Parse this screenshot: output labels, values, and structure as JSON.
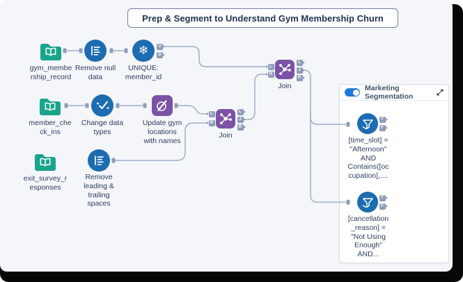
{
  "title_box": {
    "text": "Prep & Segment to Understand Gym Membership Churn"
  },
  "colors": {
    "canvas_bg": "#f4f6fa",
    "input_green": "#1aa48c",
    "tool_blue": "#1d6cb1",
    "tool_purple": "#7c52a5",
    "connector_gray": "#9faec4",
    "toggle_blue": "#1e7ad9"
  },
  "nodes": [
    {
      "id": "input-gym-membership",
      "tool": "input-data",
      "label": "gym_membe\nrship_record"
    },
    {
      "id": "remove-null",
      "tool": "data-cleansing",
      "label": "Remove null\ndata"
    },
    {
      "id": "unique-member-id",
      "tool": "unique",
      "label": "UNIQUE:\nmember_id"
    },
    {
      "id": "input-member-checkins",
      "tool": "input-data",
      "label": "member_che\nck_ins"
    },
    {
      "id": "change-data-types",
      "tool": "select",
      "label": "Change data\ntypes"
    },
    {
      "id": "update-gym-locations",
      "tool": "find-replace",
      "label": "Update gym\nlocations\nwith names"
    },
    {
      "id": "input-exit-survey",
      "tool": "input-data",
      "label": "exit_survey_r\nesponses"
    },
    {
      "id": "remove-spaces",
      "tool": "data-cleansing",
      "label": "Remove\nleading &\ntrailing\nspaces"
    },
    {
      "id": "join-1",
      "tool": "join",
      "label": "Join"
    },
    {
      "id": "join-2",
      "tool": "join",
      "label": "Join"
    },
    {
      "id": "filter-time-slot",
      "tool": "filter",
      "label": "[time_slot] =\n\"Afternoon\"\nAND\nContains([oc\ncupation],...."
    },
    {
      "id": "filter-cancellation",
      "tool": "filter",
      "label": "[cancellation\n_reason] =\n\"Not Using\nEnough\"\nAND..."
    }
  ],
  "anchor_letters": {
    "U": "U",
    "D": "D",
    "L": "L",
    "R": "R",
    "J": "J",
    "T": "T",
    "F": "F"
  },
  "unique_glyph": "❄",
  "container": {
    "title": "Marketing Segmentation",
    "toggle_state": "on"
  }
}
